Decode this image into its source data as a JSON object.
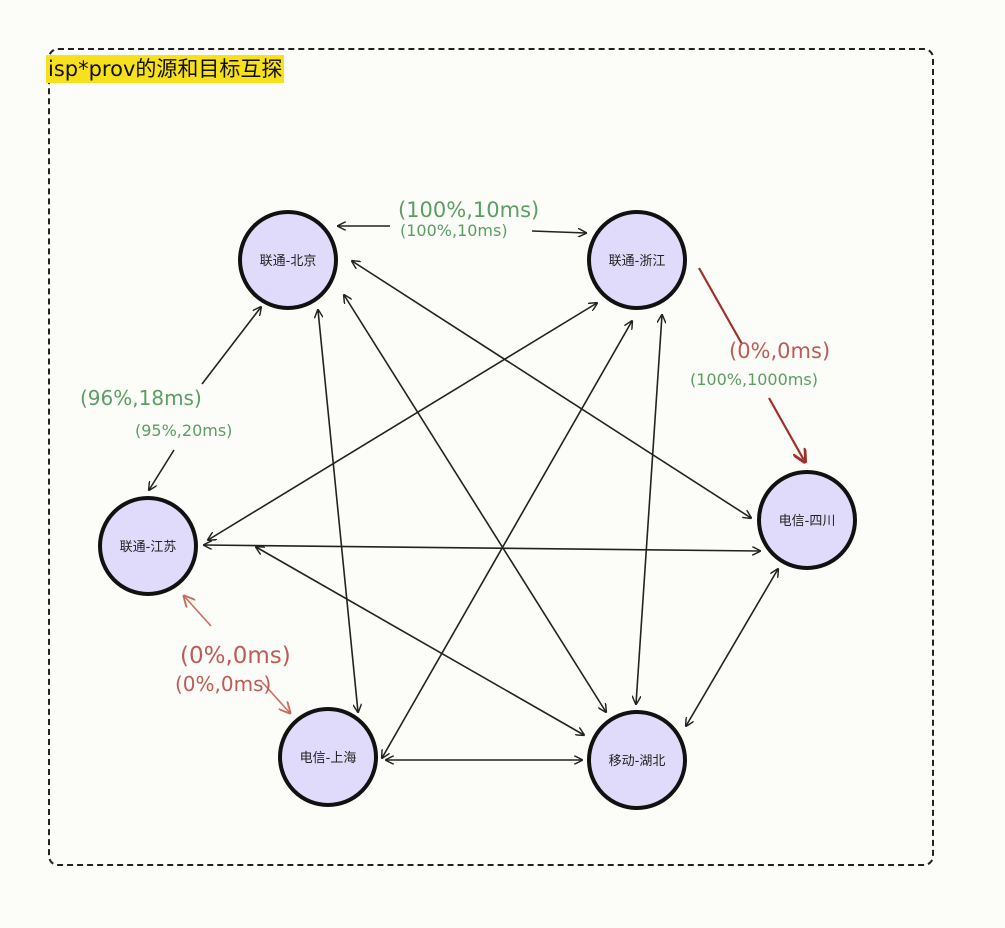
{
  "title": "isp*prov的源和目标互探",
  "nodes": [
    {
      "id": "bj",
      "label": "联通-北京"
    },
    {
      "id": "zj",
      "label": "联通-浙江"
    },
    {
      "id": "js",
      "label": "联通-江苏"
    },
    {
      "id": "sc",
      "label": "电信-四川"
    },
    {
      "id": "sh",
      "label": "电信-上海"
    },
    {
      "id": "hb",
      "label": "移动-湖北"
    }
  ],
  "edge_labels": {
    "bj_zj_primary": "(100%,10ms)",
    "bj_zj_secondary": "(100%,10ms)",
    "bj_js_primary": "(96%,18ms)",
    "bj_js_secondary": "(95%,20ms)",
    "zj_sc_primary": "(0%,0ms)",
    "zj_sc_secondary": "(100%,1000ms)",
    "js_sh_primary": "(0%,0ms)",
    "js_sh_secondary": "(0%,0ms)"
  },
  "colors": {
    "node_fill": "#e1dbfb",
    "title_highlight": "#f7e01c",
    "label_green": "#5a9e64",
    "label_red": "#bf5b55",
    "arrow_red": "#a0302c"
  }
}
